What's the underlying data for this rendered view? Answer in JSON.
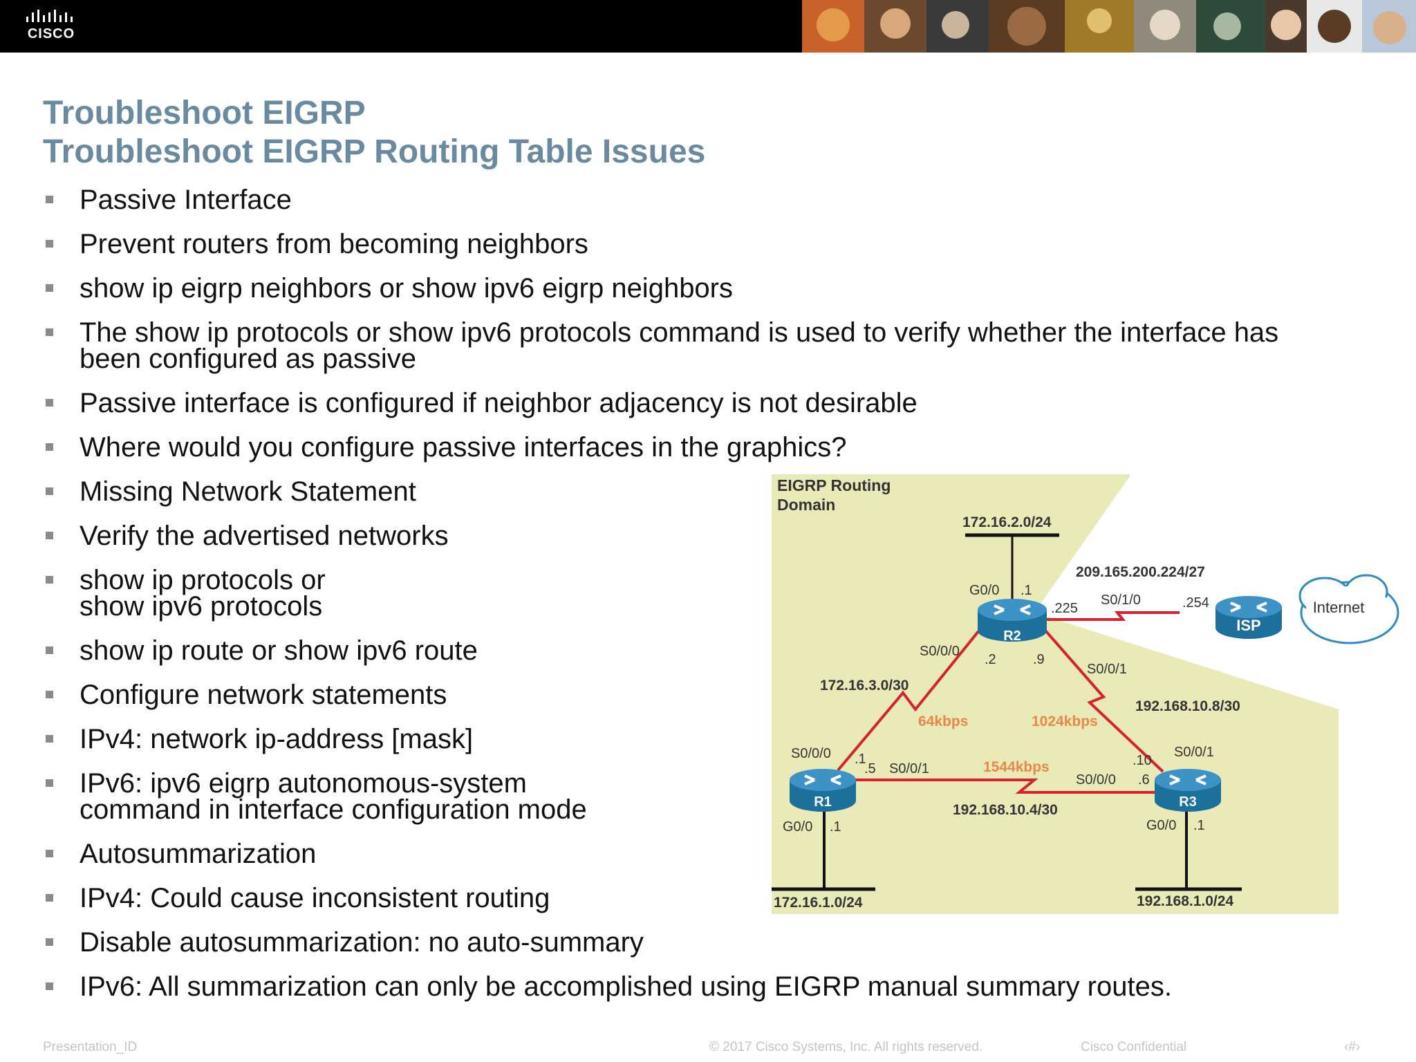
{
  "header": {
    "logo_text": "CISCO"
  },
  "slide": {
    "title": "Troubleshoot EIGRP",
    "subtitle": "Troubleshoot EIGRP Routing Table Issues",
    "bullets": [
      "Passive Interface",
      "Prevent routers from becoming neighbors",
      "show ip eigrp neighbors or show ipv6 eigrp neighbors",
      "The show ip protocols or show ipv6 protocols command is used to verify whether the interface has",
      "been configured as passive",
      "Passive interface is configured if neighbor adjacency is not desirable",
      "Where would you configure passive interfaces in the graphics?",
      "Missing Network Statement",
      "Verify the advertised networks",
      "show ip protocols or",
      "show ipv6 protocols",
      "show ip route or show ipv6 route",
      "Configure network statements",
      "IPv4: network ip-address [mask]",
      "IPv6: ipv6 eigrp autonomous-system",
      "command in interface configuration mode",
      "Autosummarization",
      "IPv4: Could cause inconsistent routing",
      "Disable autosummarization: no auto-summary",
      "IPv6: All summarization can only be accomplished using EIGRP manual summary routes."
    ]
  },
  "diagram": {
    "domain_line1": "EIGRP Routing",
    "domain_line2": "Domain",
    "routers": {
      "r1": "R1",
      "r2": "R2",
      "r3": "R3",
      "isp": "ISP"
    },
    "cloud": "Internet",
    "networks": {
      "lan_r2": "172.16.2.0/24",
      "isp_link": "209.165.200.224/27",
      "r1_r2": "172.16.3.0/30",
      "r2_r3": "192.168.10.8/30",
      "r1_r3": "192.168.10.4/30",
      "lan_r1": "172.16.1.0/24",
      "lan_r3": "192.168.1.0/24"
    },
    "bandwidth": {
      "r1_r2": "64kbps",
      "r2_r3": "1024kbps",
      "r1_r3": "1544kbps"
    },
    "labels": {
      "r2_g00": "G0/0",
      "r2_g00_ip": ".1",
      "r2_s010": "S0/1/0",
      "r2_s010_ip": ".225",
      "isp_ip": ".254",
      "r2_s000": "S0/0/0",
      "r2_s000_ip": ".2",
      "r2_s001_ip": ".9",
      "r2_s001": "S0/0/1",
      "r1_s000": "S0/0/0",
      "r1_s000_ip": ".1",
      "r1_s001_ip": ".5",
      "r1_s001": "S0/0/1",
      "r1_g00": "G0/0",
      "r1_g00_ip": ".1",
      "r3_s001_ip": ".10",
      "r3_s001": "S0/0/1",
      "r3_s000": "S0/0/0",
      "r3_s000_ip": ".6",
      "r3_g00": "G0/0",
      "r3_g00_ip": ".1"
    },
    "colors": {
      "domain_fill": "#e9eab8",
      "serial_link": "#d6222e",
      "bandwidth_text": "#e8874a",
      "router": "#1d6f9c"
    }
  },
  "footer": {
    "presentation_id": "Presentation_ID",
    "copyright": "© 2017 Cisco Systems, Inc. All rights reserved.",
    "confidential": "Cisco Confidential",
    "page": "‹#›"
  }
}
